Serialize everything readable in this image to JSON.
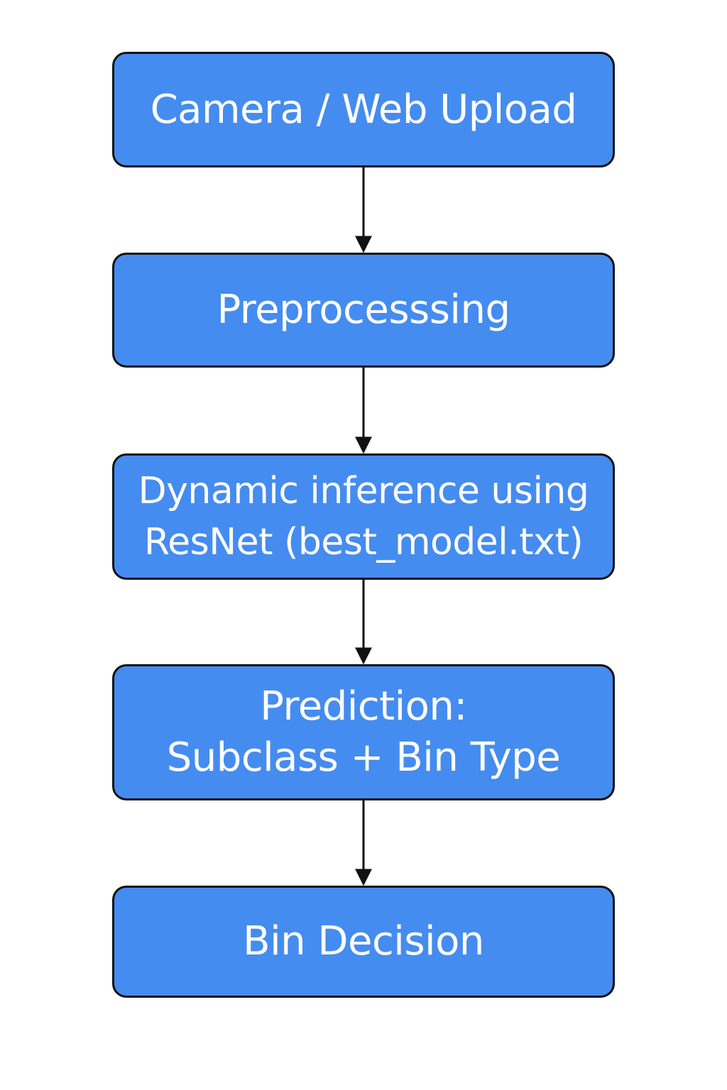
{
  "diagram": {
    "type": "flowchart",
    "colors": {
      "node_fill": "#458cf0",
      "node_border": "#111111",
      "node_text": "#ffffff",
      "arrow": "#111111",
      "background": "#ffffff"
    },
    "nodes": [
      {
        "id": "n1",
        "lines": [
          "Camera / Web Upload"
        ]
      },
      {
        "id": "n2",
        "lines": [
          "Preprocesssing"
        ]
      },
      {
        "id": "n3",
        "lines": [
          "Dynamic inference using",
          "ResNet (best_model.txt)"
        ]
      },
      {
        "id": "n4",
        "lines": [
          "Prediction:",
          "Subclass + Bin Type"
        ]
      },
      {
        "id": "n5",
        "lines": [
          "Bin Decision"
        ]
      }
    ],
    "edges": [
      {
        "from": "n1",
        "to": "n2"
      },
      {
        "from": "n2",
        "to": "n3"
      },
      {
        "from": "n3",
        "to": "n4"
      },
      {
        "from": "n4",
        "to": "n5"
      }
    ]
  }
}
